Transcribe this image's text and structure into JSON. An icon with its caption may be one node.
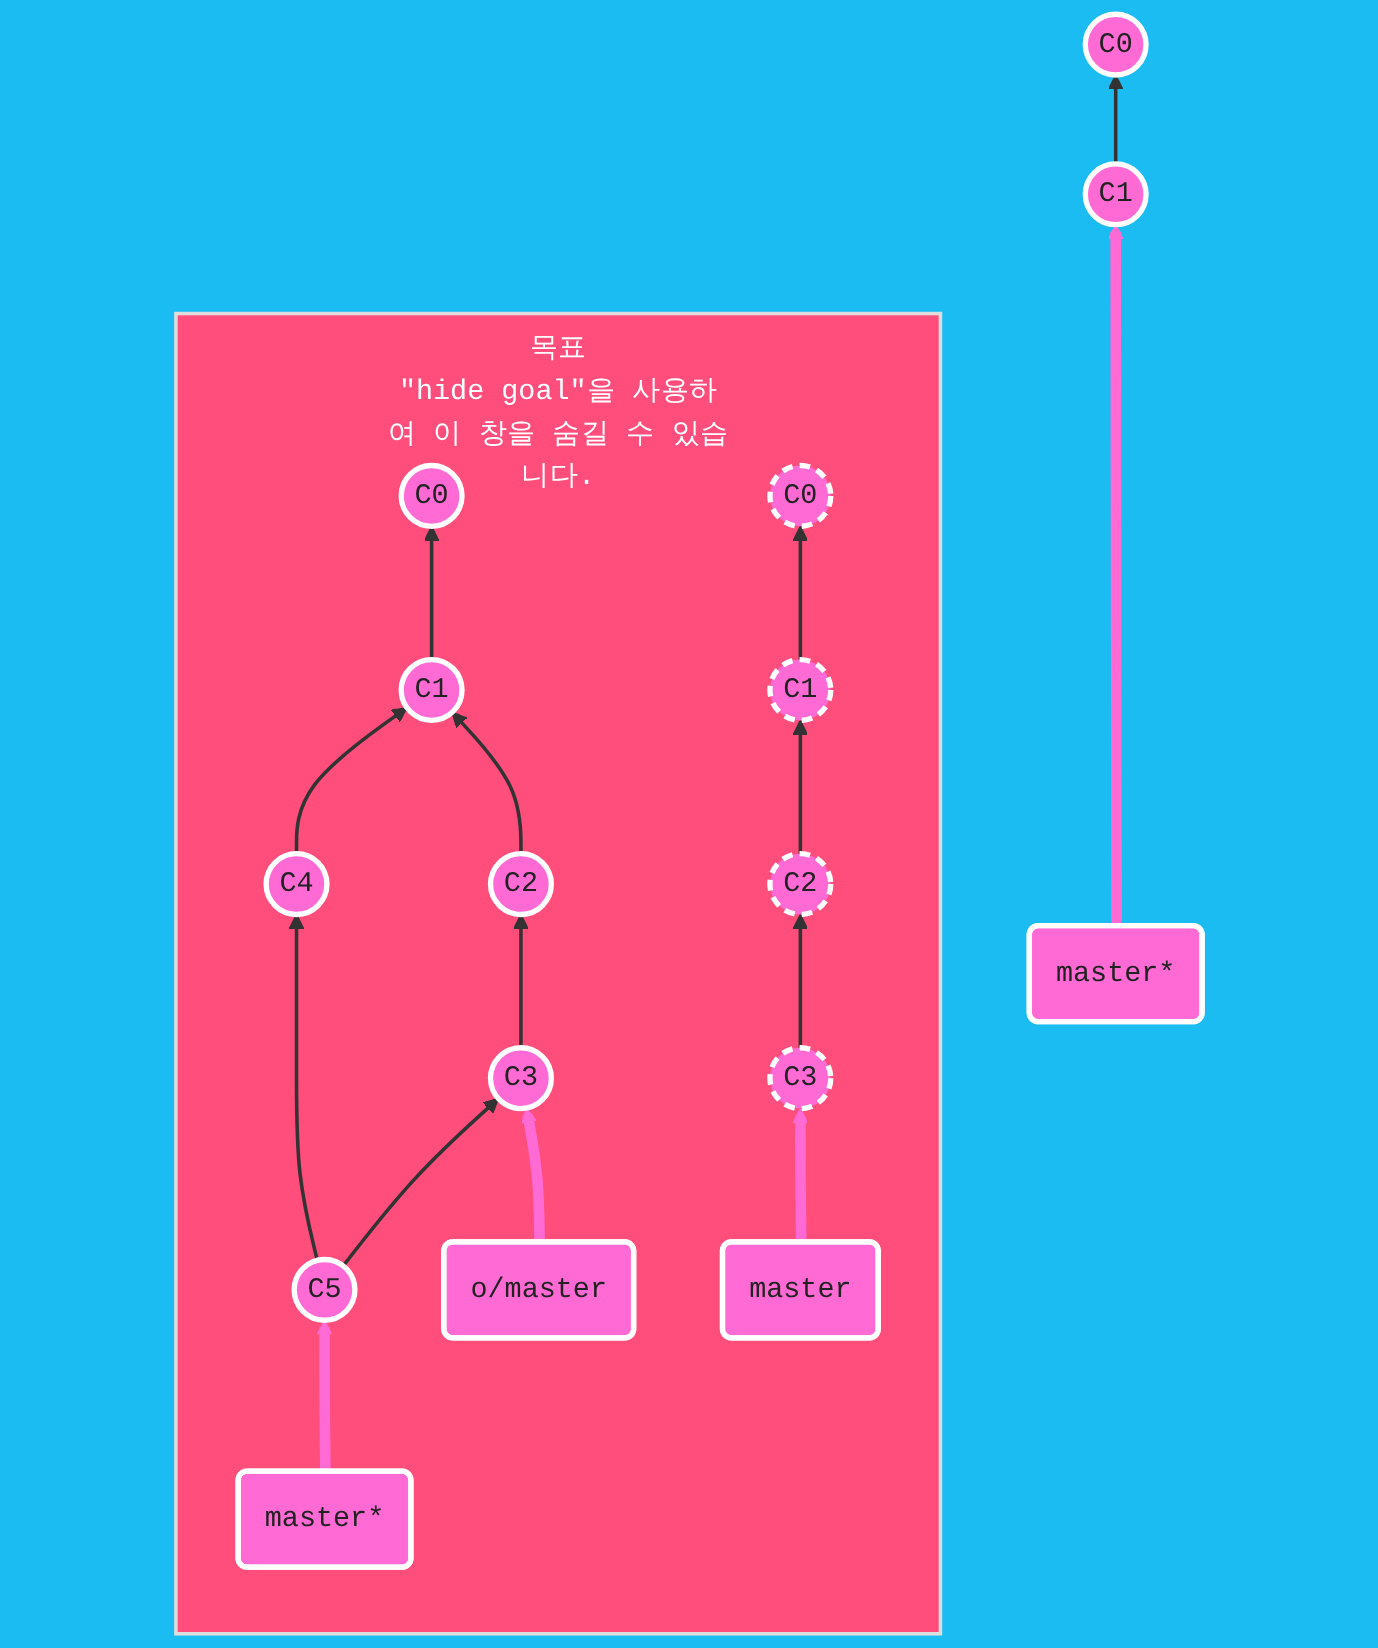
{
  "diagram": {
    "nodes": [
      {
        "text": [
          "C0"
        ]
      },
      {
        "text": [
          "C1"
        ]
      },
      {
        "text": [
          "master*"
        ]
      },
      {
        "text": [
          "목표",
          "\"hide goal\"을 사용하여 이 창을 숨길 수 있습니다."
        ]
      },
      {
        "text": [
          "C0"
        ],
        "in": 3
      },
      {
        "text": [
          "C1"
        ],
        "in": 3
      },
      {
        "text": [
          "C4"
        ],
        "in": 3
      },
      {
        "text": [
          "C2"
        ],
        "in": 3
      },
      {
        "text": [
          "C3"
        ],
        "in": 3
      },
      {
        "text": [
          "C5"
        ],
        "in": 3
      },
      {
        "text": [
          "o/master"
        ],
        "in": 3
      },
      {
        "text": [
          "master*"
        ],
        "in": 3
      },
      {
        "text": [
          "C0"
        ],
        "in": 3
      },
      {
        "text": [
          "C1"
        ],
        "in": 3
      },
      {
        "text": [
          "C2"
        ],
        "in": 3
      },
      {
        "text": [
          "C3"
        ],
        "in": 3
      },
      {
        "text": [
          "master"
        ],
        "in": 3
      }
    ],
    "edges": [
      {
        "from": 1,
        "to": 0,
        "arrow": "to"
      },
      {
        "from": 2,
        "to": 1,
        "arrow": "to",
        "style": "thick",
        "color": "#ff6ad5"
      },
      {
        "from": 5,
        "to": 4,
        "arrow": "to"
      },
      {
        "from": 6,
        "to": 5,
        "arrow": "to"
      },
      {
        "from": 7,
        "to": 5,
        "arrow": "to"
      },
      {
        "from": 8,
        "to": 7,
        "arrow": "to"
      },
      {
        "from": 9,
        "to": 6,
        "arrow": "to"
      },
      {
        "from": 9,
        "to": 8,
        "arrow": "to"
      },
      {
        "from": 10,
        "to": 8,
        "arrow": "to",
        "style": "thick",
        "color": "#ff6ad5"
      },
      {
        "from": 11,
        "to": 9,
        "arrow": "to",
        "style": "thick",
        "color": "#ff6ad5"
      },
      {
        "from": 13,
        "to": 12,
        "arrow": "to"
      },
      {
        "from": 14,
        "to": 13,
        "arrow": "to"
      },
      {
        "from": 15,
        "to": 14,
        "arrow": "to"
      },
      {
        "from": 16,
        "to": 15,
        "arrow": "to",
        "style": "thick",
        "color": "#ff6ad5"
      }
    ]
  }
}
